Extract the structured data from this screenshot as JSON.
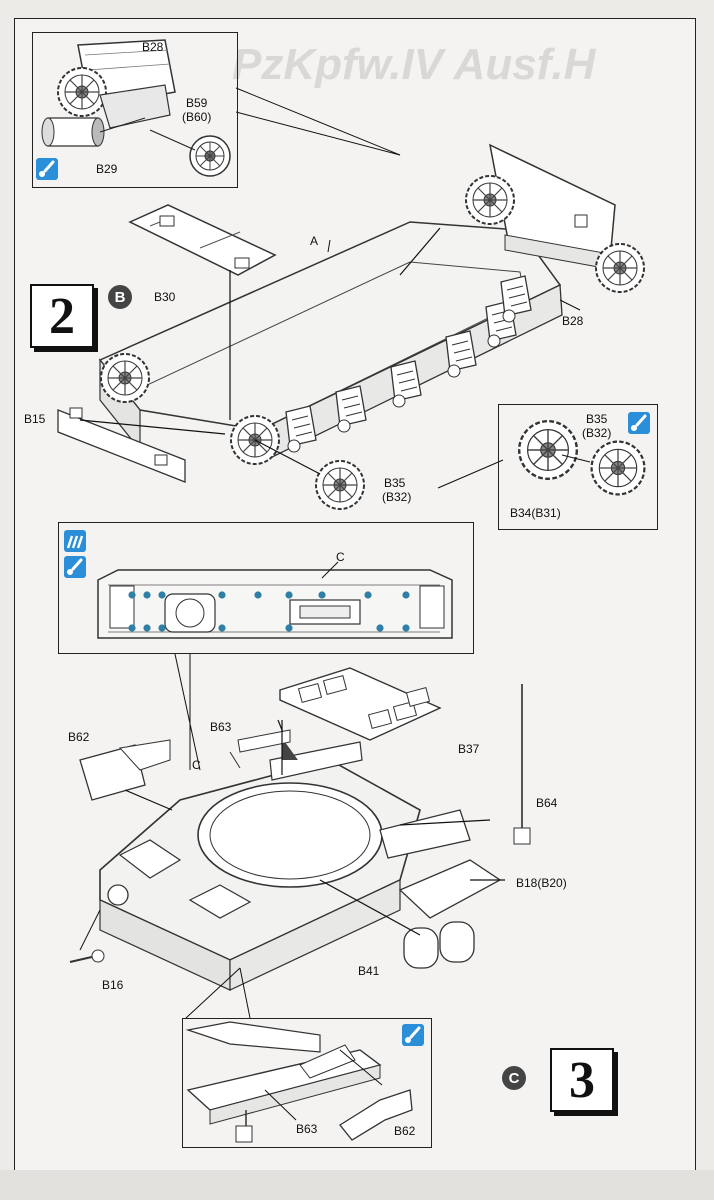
{
  "steps": {
    "step2": {
      "number": "2",
      "sub_letter": "B"
    },
    "step3": {
      "number": "3",
      "sub_letter": "C"
    }
  },
  "watermark": "PzKpfw.IV Ausf.H",
  "parts": {
    "b28_top": "B28",
    "b59": "B59",
    "b60": "(B60)",
    "b29": "B29",
    "a": "A",
    "b30": "B30",
    "b28_right": "B28",
    "b15": "B15",
    "b35": "B35",
    "b32": "(B32)",
    "b35_inset": "B35",
    "b32_inset": "(B32)",
    "b34": "B34(B31)",
    "c_top": "C",
    "b63": "B63",
    "b62": "B62",
    "c_hull": "C",
    "b37": "B37",
    "b64": "B64",
    "b18": "B18(B20)",
    "b16": "B16",
    "b41": "B41",
    "b63_inset": "B63",
    "b62_inset": "B62"
  },
  "icons": {
    "paint": "paint-icon",
    "glue": "glue-icon"
  },
  "colors": {
    "paint_icon_bg": "#2a8fd8",
    "rivet": "#2f7fa6",
    "badge": "#444444"
  }
}
